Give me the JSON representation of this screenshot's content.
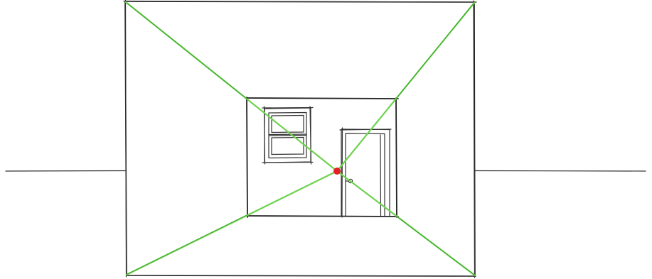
{
  "diagram": {
    "kind": "one-point perspective room sketch",
    "colors": {
      "ink": "#222222",
      "guide": "#6fd24e",
      "vanishing_point": "#e52222",
      "background": "#ffffff"
    },
    "elements": [
      "horizon-line",
      "outer-picture-plane-frame",
      "back-wall",
      "window",
      "door",
      "door-knob",
      "orthogonal-guide-lines",
      "vanishing-point"
    ]
  }
}
